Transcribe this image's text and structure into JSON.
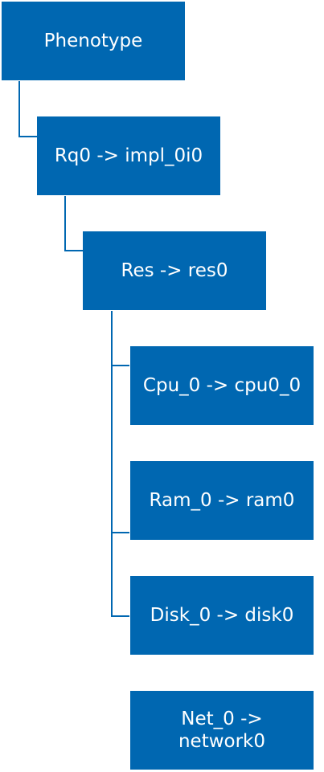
{
  "colors": {
    "node_fill": "#0067b1",
    "node_text": "#ffffff",
    "connector": "#0067b1"
  },
  "nodes": {
    "phenotype": "Phenotype",
    "rq0": "Rq0 -> impl_0i0",
    "res": "Res -> res0",
    "cpu": "Cpu_0 -> cpu0_0",
    "ram": "Ram_0 -> ram0",
    "disk": "Disk_0 -> disk0",
    "net_line1": "Net_0 ->",
    "net_line2": "network0"
  }
}
